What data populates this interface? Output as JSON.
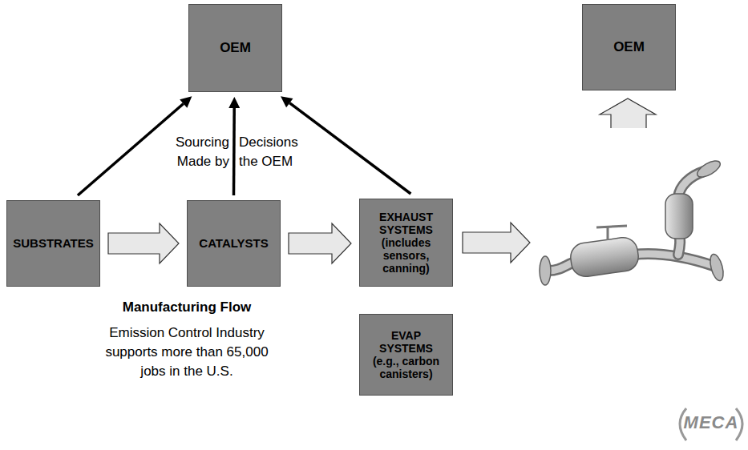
{
  "diagram": {
    "nodes": [
      {
        "text": [
          "OEM"
        ]
      },
      {
        "text": [
          "OEM"
        ]
      },
      {
        "text": [
          "SUBSTRATES"
        ]
      },
      {
        "text": [
          "CATALYSTS"
        ]
      },
      {
        "text": [
          "EXHAUST SYSTEMS (includes sensors, canning)"
        ]
      },
      {
        "text": [
          "EVAP SYSTEMS (e.g., carbon canisters)"
        ]
      }
    ],
    "edges": [
      {
        "from": 2,
        "to": 0,
        "arrow": "to"
      },
      {
        "from": 3,
        "to": 0,
        "arrow": "to"
      },
      {
        "from": 4,
        "to": 0,
        "arrow": "to"
      },
      {
        "from": 2,
        "to": 3,
        "arrow": "to"
      },
      {
        "from": 3,
        "to": 4,
        "arrow": "to"
      }
    ],
    "labels": [
      "Sourcing",
      "Decisions",
      "Made by",
      "the OEM",
      "Manufacturing Flow",
      "Emission Control Industry supports more than 65,000 jobs in the U.S.",
      "MECA"
    ]
  }
}
